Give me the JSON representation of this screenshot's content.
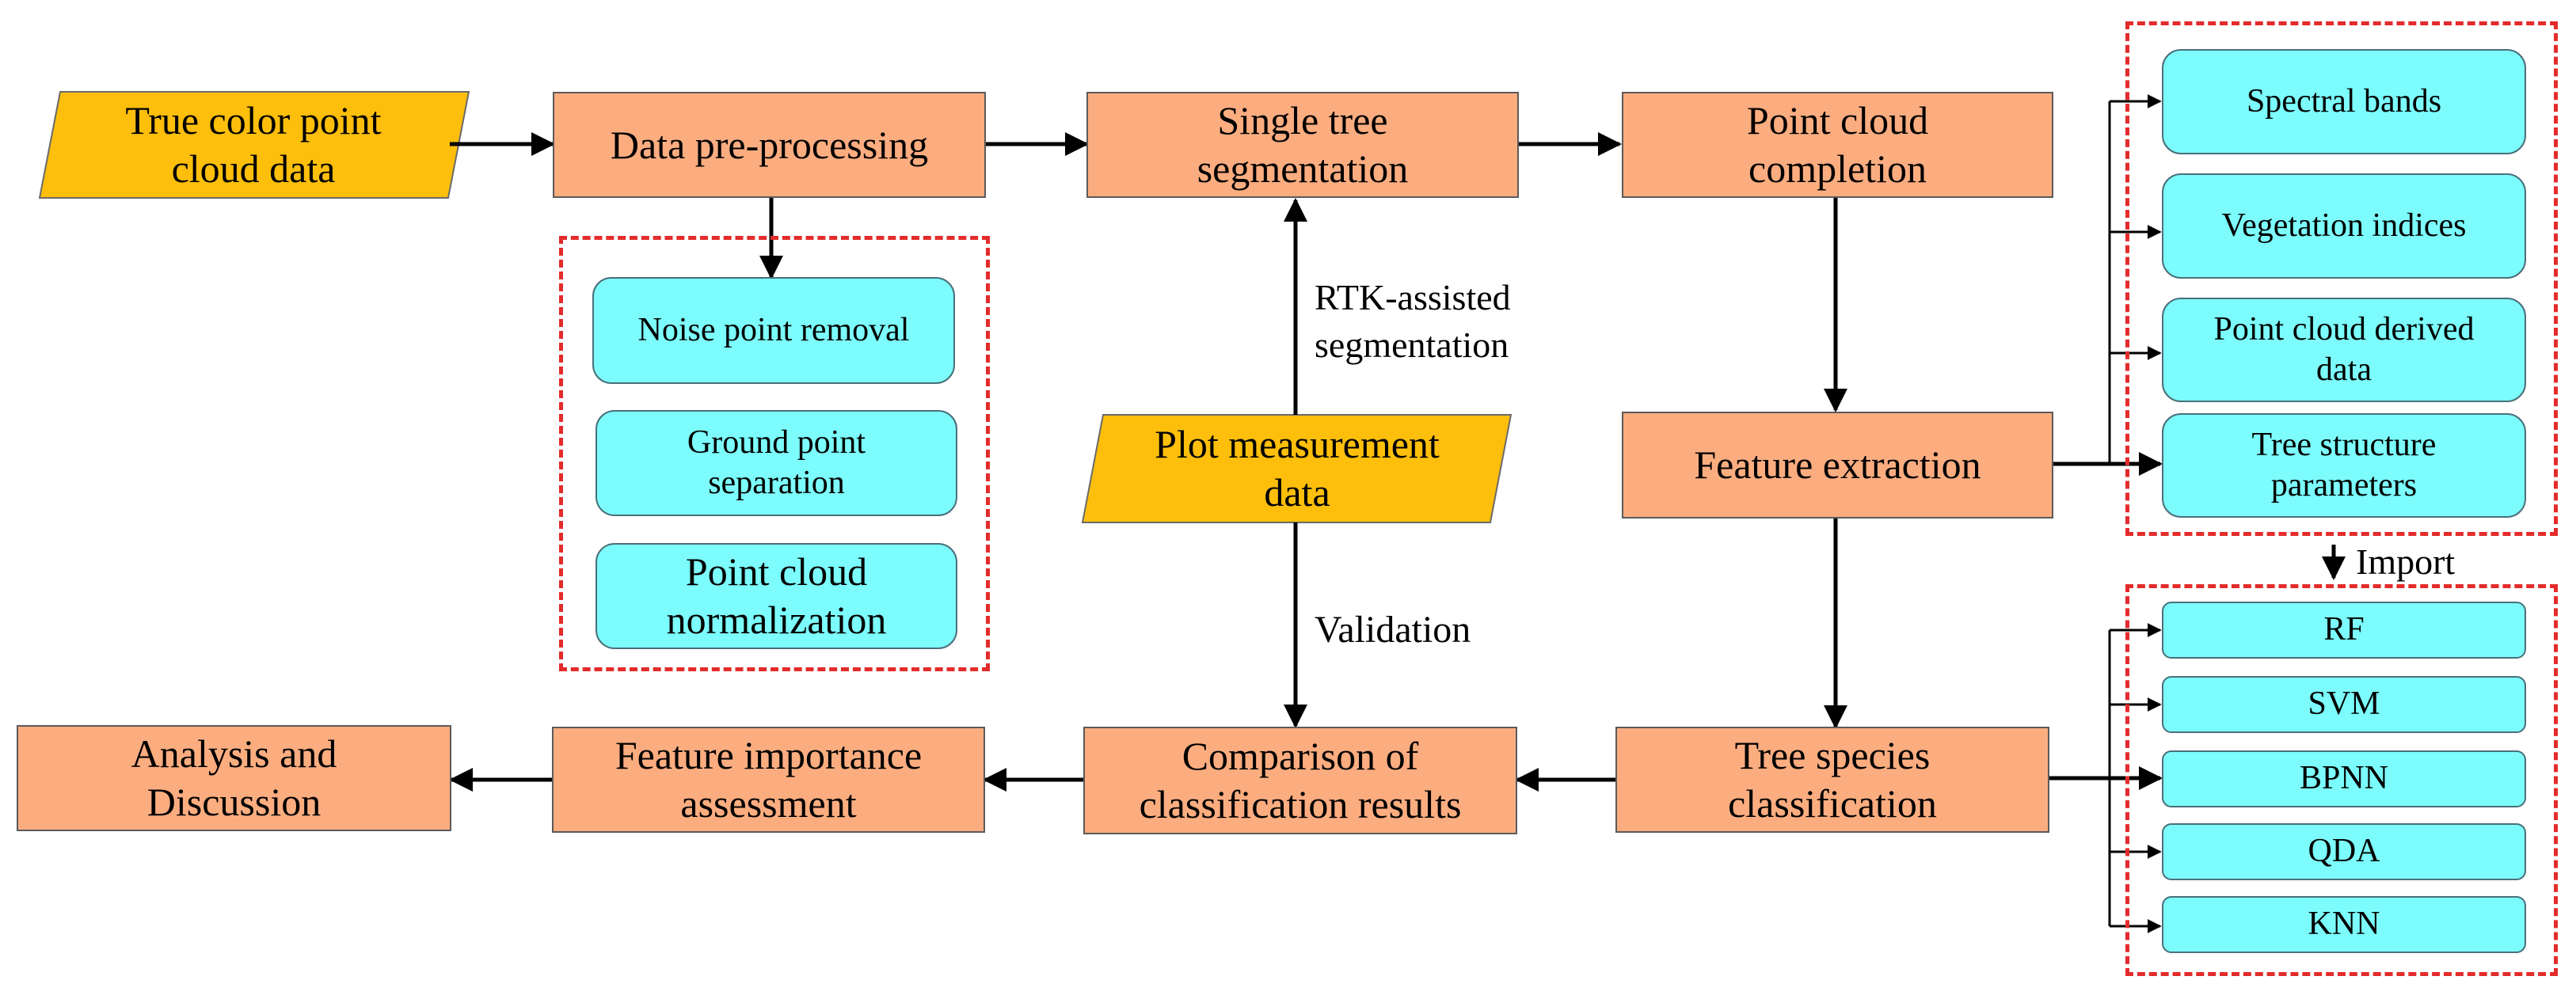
{
  "colors": {
    "process_fill": "#fcad80",
    "sub_fill": "#7cfcfc",
    "data_fill": "#fdbf0b",
    "dashed_border": "#e32b2b",
    "arrow": "#000000"
  },
  "inputs": {
    "true_color_point_cloud": "True color point\ncloud data",
    "plot_measurement": "Plot measurement\ndata"
  },
  "process": {
    "data_preprocessing": "Data pre-processing",
    "single_tree_segmentation": "Single tree\nsegmentation",
    "point_cloud_completion": "Point cloud\ncompletion",
    "feature_extraction": "Feature extraction",
    "tree_species_classification": "Tree species\nclassification",
    "comparison": "Comparison of\nclassification results",
    "feature_importance": "Feature importance\nassessment",
    "analysis": "Analysis and\nDiscussion"
  },
  "preprocessing_steps": [
    "Noise point removal",
    "Ground point\nseparation",
    "Point cloud\nnormalization"
  ],
  "features": [
    "Spectral bands",
    "Vegetation indices",
    "Point cloud derived\ndata",
    "Tree structure\nparameters"
  ],
  "classifiers": [
    "RF",
    "SVM",
    "BPNN",
    "QDA",
    "KNN"
  ],
  "labels": {
    "rtk": "RTK-assisted\nsegmentation",
    "validation": "Validation",
    "import": "Import"
  }
}
